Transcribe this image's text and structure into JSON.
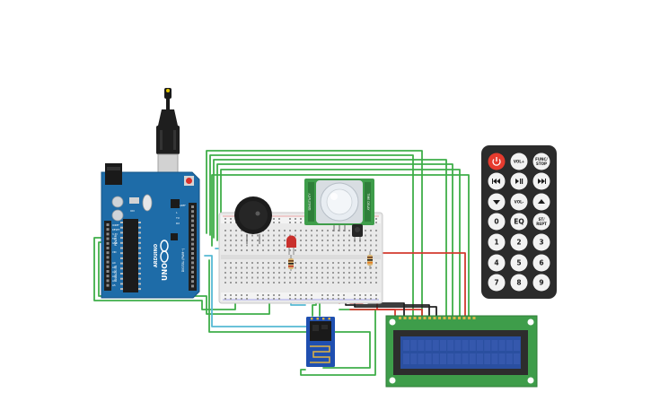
{
  "arduino": {
    "brand": "ARDUINO",
    "model": "UNO",
    "header_digital": "DIGITAL (PWM~)",
    "header_analog": "ANALOG IN",
    "header_power": "POWER",
    "label_tx": "TX",
    "label_rx": "RX",
    "label_l": "L",
    "label_on": "ON",
    "pin_aref": "AREF",
    "pin_gnd": "GND",
    "pin_vin": "VIN",
    "pin_5v": "5V",
    "pin_33v": "3.3V",
    "pin_reset": "RESET",
    "pin_ioref": "IOREF",
    "analog_pins": [
      "A0",
      "A1",
      "A2",
      "A3",
      "A4",
      "A5"
    ]
  },
  "pir": {
    "label_left": "SENSITIVITY",
    "label_right": "TIME DELAY"
  },
  "remote": {
    "rows": [
      [
        "",
        "VOL+",
        "FUNC/STOP"
      ],
      [
        "",
        "",
        ""
      ],
      [
        "",
        "VOL-",
        ""
      ],
      [
        "0",
        "EQ",
        "ST/REPT"
      ],
      [
        "1",
        "2",
        "3"
      ],
      [
        "4",
        "5",
        "6"
      ],
      [
        "7",
        "8",
        "9"
      ]
    ]
  },
  "colors": {
    "board_blue": "#1e6ca8",
    "wire_green": "#3fae49",
    "wire_red": "#d23a2f",
    "wire_black": "#222222",
    "wire_cyan": "#55b9d4",
    "lcd_screen": "#2a4fa0",
    "lcd_pcb": "#3e9d4a",
    "remote_body": "#2b2b2b",
    "power_button": "#e63b2e"
  }
}
